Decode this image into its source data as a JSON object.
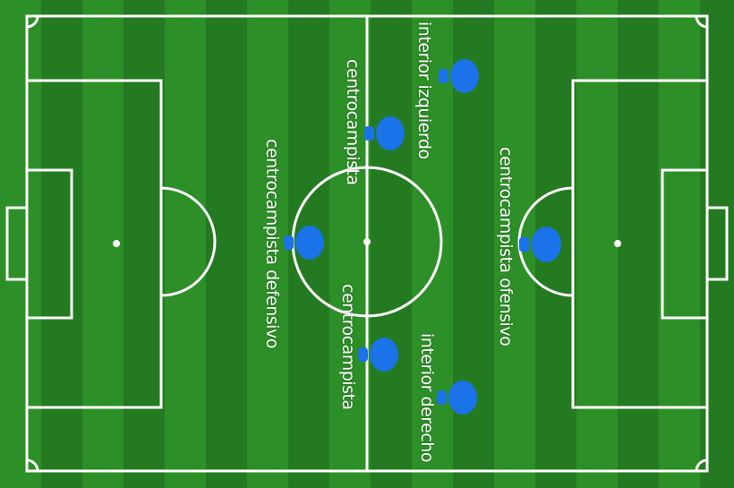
{
  "pitch": {
    "grass_colors": [
      "#2d8f27",
      "#247a20"
    ],
    "line_color": "#ffffff"
  },
  "player_color": "#1a73e8",
  "players": [
    {
      "label": "interior izquierdo",
      "icon": "player-icon"
    },
    {
      "label": "centrocampista",
      "icon": "player-icon"
    },
    {
      "label": "centrocampista defensivo",
      "icon": "player-icon"
    },
    {
      "label": "centrocampista",
      "icon": "player-icon"
    },
    {
      "label": "interior derecho",
      "icon": "player-icon"
    },
    {
      "label": "centrocampista ofensivo",
      "icon": "player-icon"
    }
  ]
}
